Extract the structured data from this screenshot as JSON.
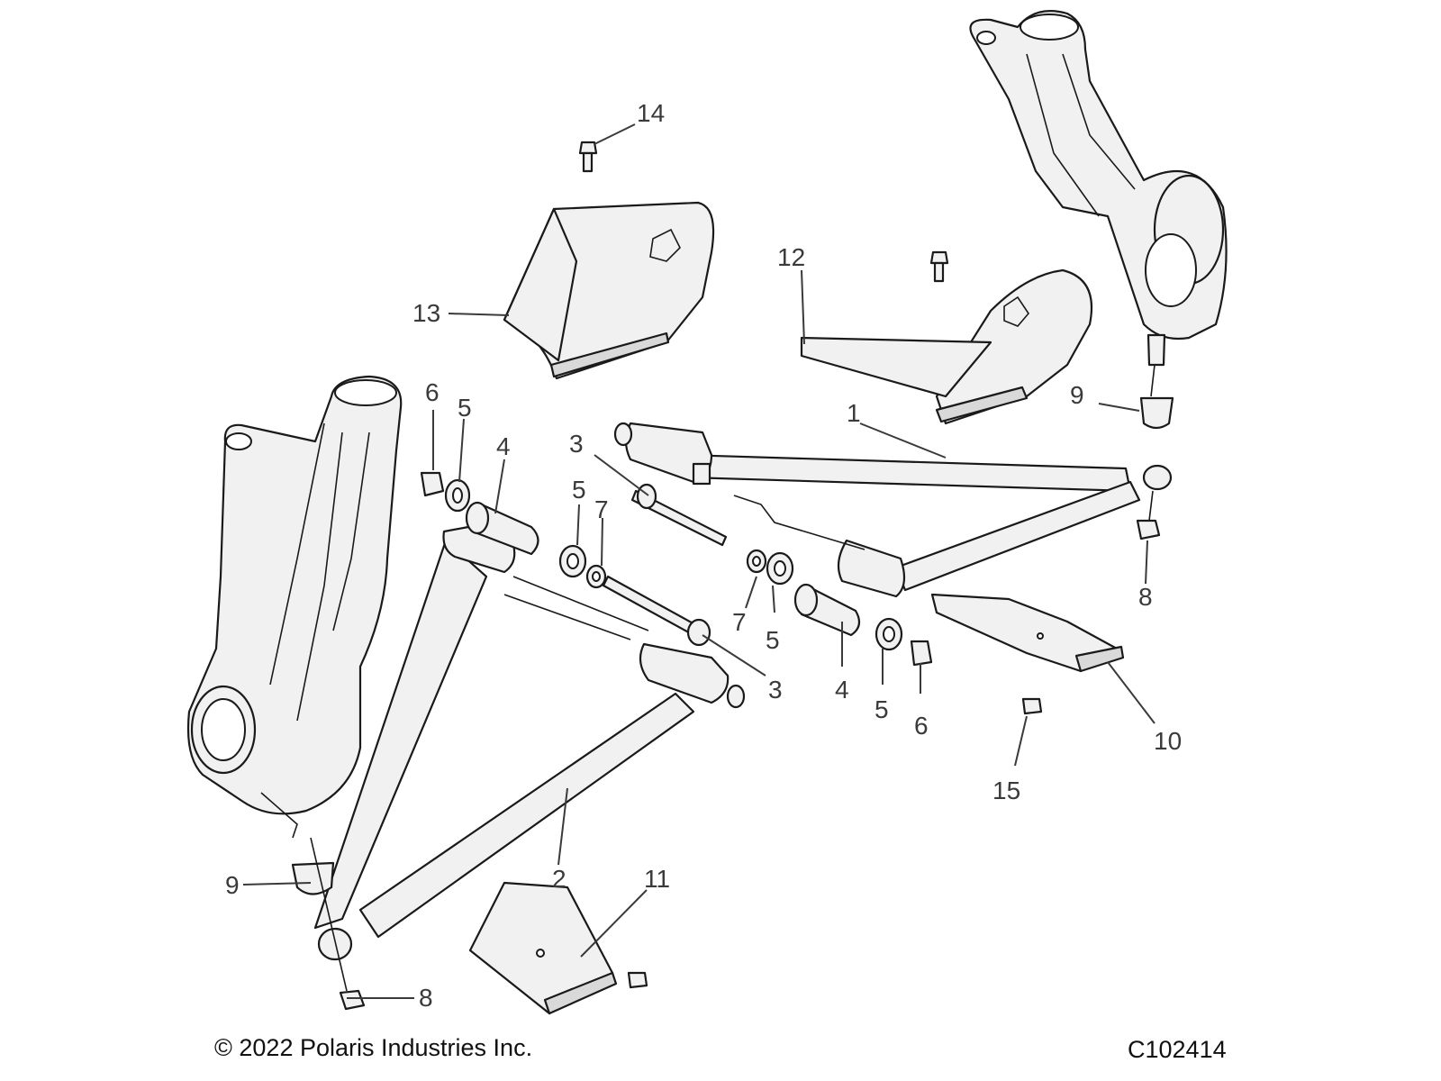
{
  "footer": {
    "copyright": "© 2022 Polaris Industries Inc.",
    "code": "C102414"
  },
  "callouts": [
    "1",
    "2",
    "3",
    "3",
    "4",
    "4",
    "5",
    "5",
    "5",
    "5",
    "6",
    "6",
    "7",
    "7",
    "8",
    "8",
    "9",
    "9",
    "10",
    "11",
    "12",
    "13",
    "14",
    "15"
  ],
  "colors": {
    "line": "#1a1a1a",
    "fill": "#f1f1f1",
    "label": "#3a3a3a"
  }
}
